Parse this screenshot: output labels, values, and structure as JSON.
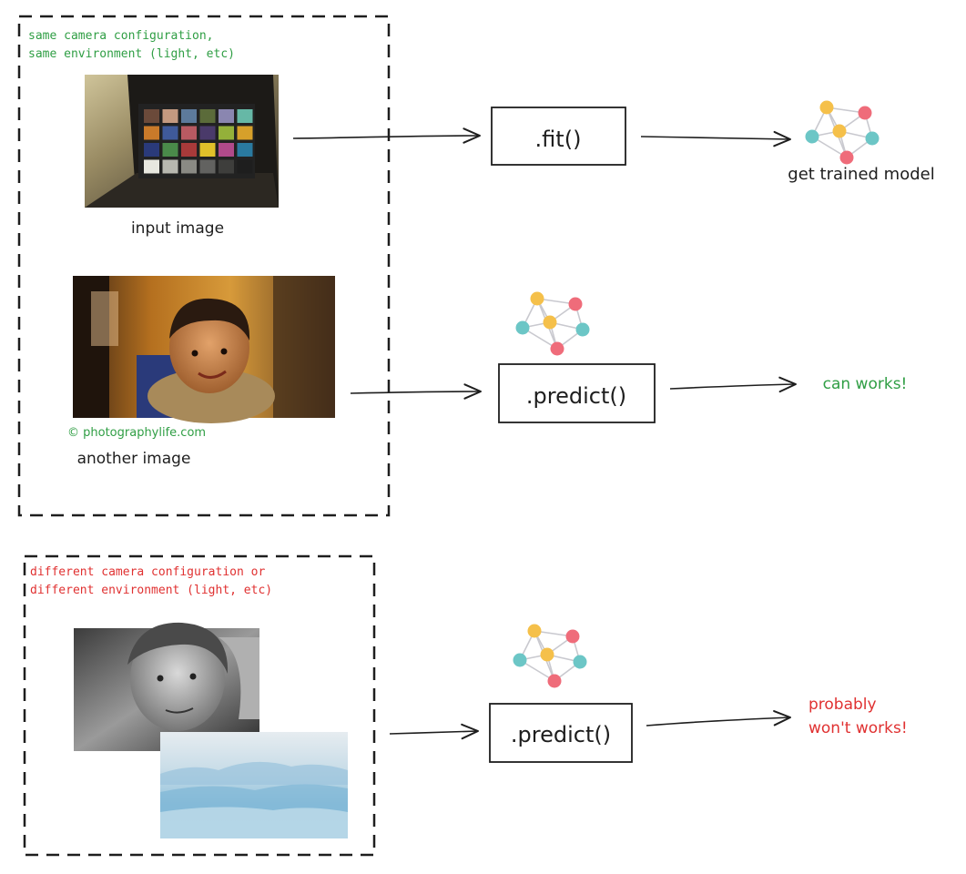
{
  "group_same": {
    "note_line1": "same camera configuration,",
    "note_line2": "same environment (light, etc)",
    "input_caption": "input image",
    "another_caption": "another image",
    "credit": "© photographylife.com"
  },
  "group_diff": {
    "note_line1": "different camera configuration or",
    "note_line2": "different environment (light, etc)"
  },
  "functions": {
    "fit": ".fit()",
    "predict1": ".predict()",
    "predict2": ".predict()"
  },
  "outcomes": {
    "trained": "get trained model",
    "works": "can works!",
    "probably_line1": "probably",
    "probably_line2": "won't works!"
  },
  "colors": {
    "green": "#2f9e44",
    "red": "#e03131",
    "stroke": "#1e1e1e",
    "node_yellow": "#f5c04a",
    "node_red": "#ef6c7a",
    "node_teal": "#6cc6c6",
    "edge": "#c9c9cf"
  },
  "images": {
    "color_checker": "photo of color checker chart in a box",
    "child": "photo of smiling child",
    "old_woman": "black and white portrait of old woman",
    "clouds": "photo of mountains above clouds"
  }
}
